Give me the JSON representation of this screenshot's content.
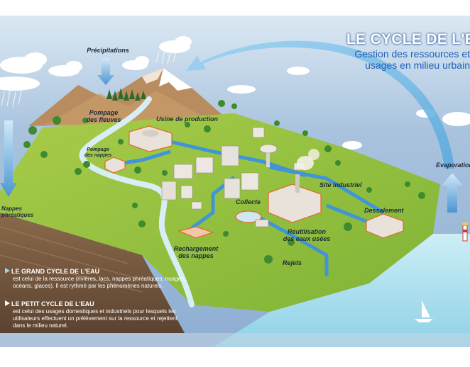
{
  "title": {
    "main": "LE CYCLE DE L'EAU",
    "sub": "Gestion des ressources et usages en milieu urbain"
  },
  "labels": {
    "precipitations": "Précipitations",
    "pompage_fleuves": "Pompage\ndes fleuves",
    "usine": "Usine de production",
    "pompage_nappes": "Pompage\ndes nappes",
    "evaporation": "Evaporation",
    "nappes_phreatiques": "Nappes\nphréatiques",
    "site_industriel": "Site industriel",
    "collecte": "Collecte",
    "dessalement": "Dessalement",
    "reutilisation": "Réutilisation\ndes eaux usées",
    "rechargement": "Rechargement\ndes nappes",
    "rejets": "Rejets"
  },
  "legend": [
    {
      "heading": "LE GRAND CYCLE DE L'EAU",
      "text": "est celui de la ressource (rivières, lacs, nappes phréatiques, nuages, océans, glaces). Il est rythmé par les phénomènes naturels."
    },
    {
      "heading": "LE PETIT CYCLE DE L'EAU",
      "text": "est celui des usages domestiques et industriels pour lesquels les utilisateurs effectuent un prélèvement sur la ressource et rejettent dans le milieu naturel."
    }
  ],
  "colors": {
    "sky": "#9bb8d8",
    "land": "#8fbe3a",
    "soil": "#7a5c40",
    "water": "#b9e3f0",
    "pipe": "#3f95d8",
    "title_blue": "#1e5fb8"
  }
}
